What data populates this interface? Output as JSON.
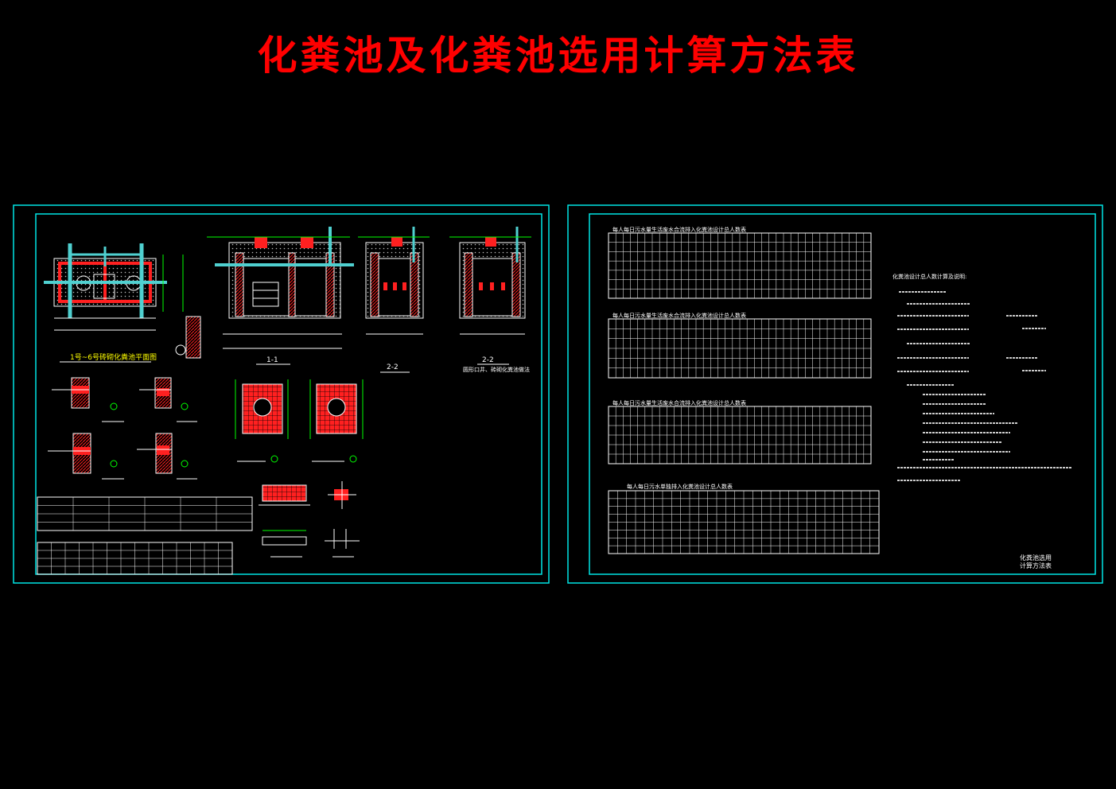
{
  "title": "化粪池及化粪池选用计算方法表",
  "colors": {
    "background": "#000000",
    "title": "#ff0000",
    "frame": "#00e5e5",
    "line": "#ffffff",
    "accent_green": "#00ff00",
    "hatch_red": "#ff2020",
    "pipe": "#4fd0d0",
    "label_yellow": "#ffff00"
  },
  "sheet1": {
    "plan_caption": "1号~6号砖砌化粪池平面图",
    "section_labels": [
      "1-1",
      "2-2",
      "2-2"
    ],
    "section_note": "圆形口井、砖砌化粪池做法"
  },
  "sheet2": {
    "table_titles": [
      "每人每日污水量生活废水合流排入化粪池设计总人数表",
      "每人每日污水量生活废水合流排入化粪池设计总人数表",
      "每人每日污水量生活废水合流排入化粪池设计总人数表",
      "每人每日污水单独排入化粪池设计总人数表"
    ],
    "notes_heading": "化粪池设计总人数计算及说明:",
    "title_block": [
      "化粪池选用",
      "计算方法表"
    ]
  }
}
